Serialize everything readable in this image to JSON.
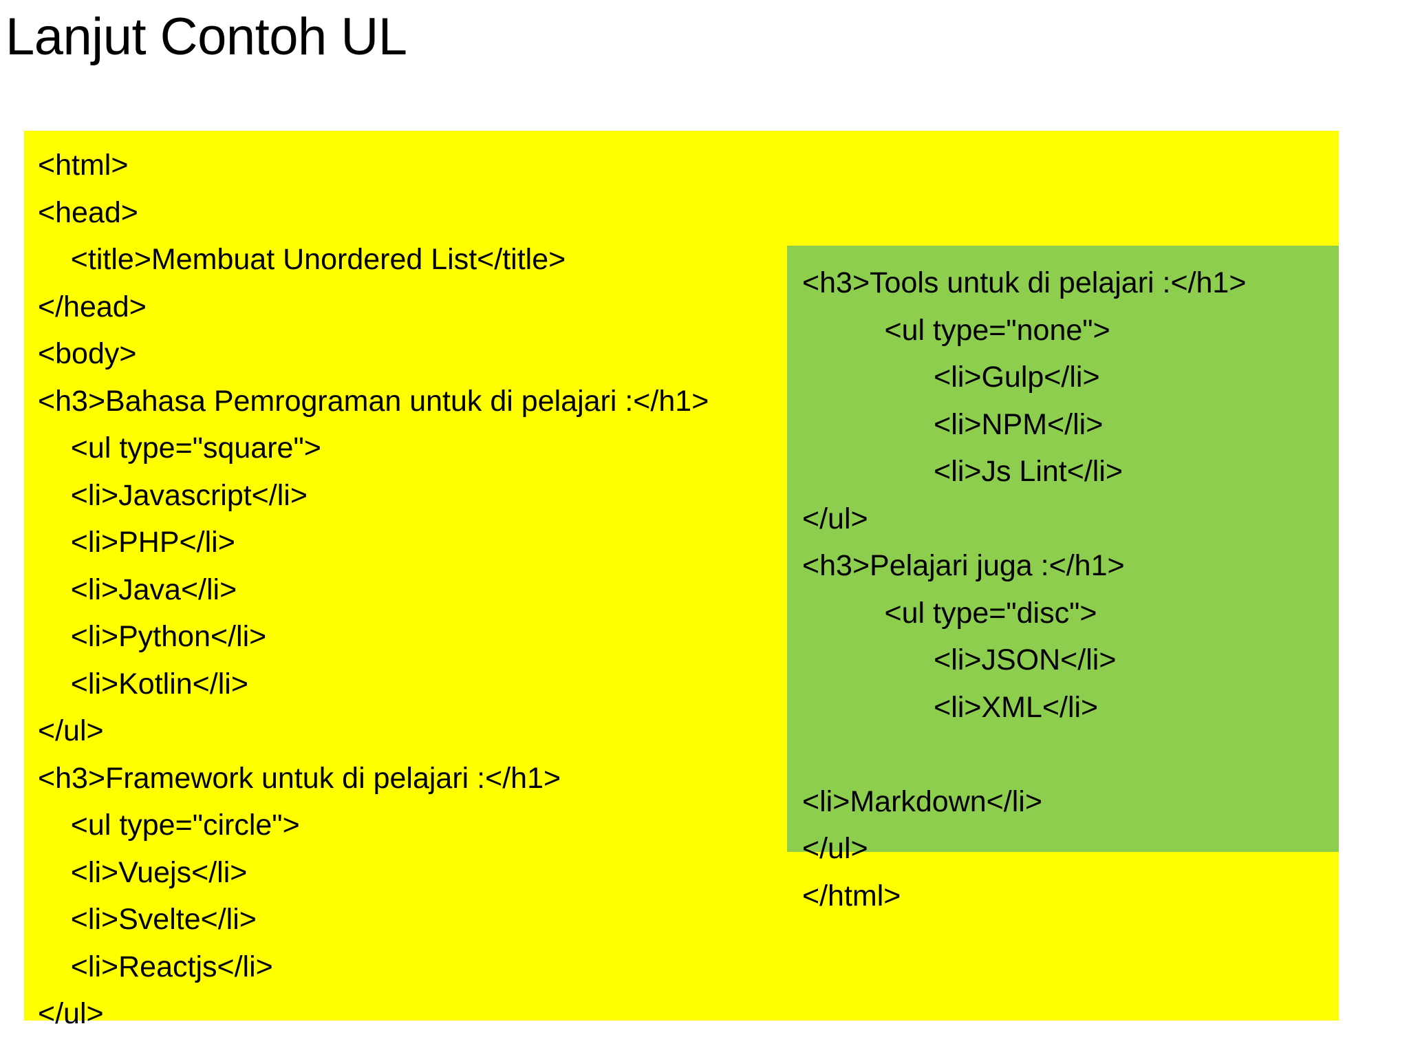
{
  "slide": {
    "title": "Lanjut Contoh UL",
    "background_color": "#FFFFFF"
  },
  "yellow_block": {
    "background_color": "#FFFF00",
    "text_color": "#000000",
    "lines": [
      "<html>",
      "<head>",
      "    <title>Membuat Unordered List</title>",
      "</head>",
      "<body>",
      "<h3>Bahasa Pemrograman untuk di pelajari :</h1>",
      "    <ul type=\"square\">",
      "    <li>Javascript</li>",
      "    <li>PHP</li>",
      "    <li>Java</li>",
      "    <li>Python</li>",
      "    <li>Kotlin</li>",
      "</ul>",
      "<h3>Framework untuk di pelajari :</h1>",
      "    <ul type=\"circle\">",
      "    <li>Vuejs</li>",
      "    <li>Svelte</li>",
      "    <li>Reactjs</li>",
      "</ul>"
    ]
  },
  "green_block": {
    "background_color": "#8DCE4E",
    "text_color": "#000000",
    "lines": [
      "<h3>Tools untuk di pelajari :</h1>",
      "          <ul type=\"none\">",
      "                <li>Gulp</li>",
      "                <li>NPM</li>",
      "                <li>Js Lint</li>",
      "</ul>",
      "<h3>Pelajari juga :</h1>",
      "          <ul type=\"disc\">",
      "                <li>JSON</li>",
      "                <li>XML</li>",
      "",
      "<li>Markdown</li>",
      "</ul>",
      "</html>"
    ]
  }
}
